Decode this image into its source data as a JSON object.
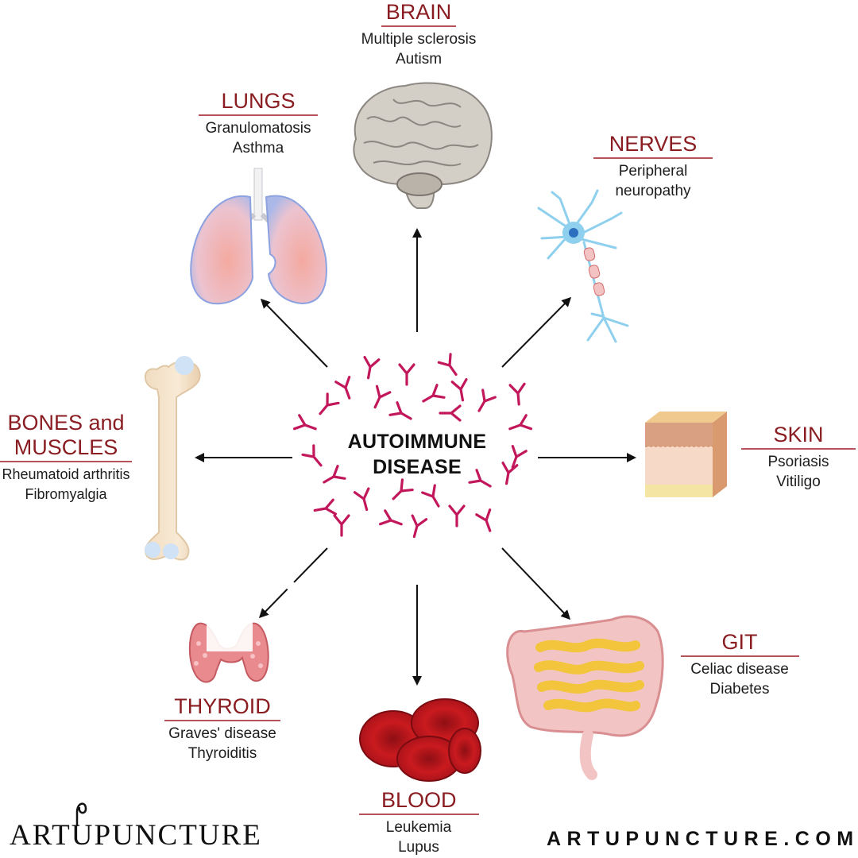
{
  "center": {
    "line1": "AUTOIMMUNE",
    "line2": "DISEASE"
  },
  "organs": {
    "brain": {
      "title": "BRAIN",
      "diseases": [
        "Multiple sclerosis",
        "Autism"
      ]
    },
    "lungs": {
      "title": "LUNGS",
      "diseases": [
        "Granulomatosis",
        "Asthma"
      ]
    },
    "nerves": {
      "title": "NERVES",
      "diseases": [
        "Peripheral",
        "neuropathy"
      ]
    },
    "bones": {
      "title_line1": "BONES and",
      "title_line2": "MUSCLES",
      "diseases": [
        "Rheumatoid arthritis",
        "Fibromyalgia"
      ]
    },
    "skin": {
      "title": "SKIN",
      "diseases": [
        "Psoriasis",
        "Vitiligo"
      ]
    },
    "thyroid": {
      "title": "THYROID",
      "diseases": [
        "Graves' disease",
        "Thyroiditis"
      ]
    },
    "git": {
      "title": "GIT",
      "diseases": [
        "Celiac disease",
        "Diabetes"
      ]
    },
    "blood": {
      "title": "BLOOD",
      "diseases": [
        "Leukemia",
        "Lupus"
      ]
    }
  },
  "branding": {
    "left": "ARTUPUNCTURE",
    "right": "ARTUPUNCTURE.COM"
  },
  "colors": {
    "title": "#8a1d22",
    "antibody": "#c2185b",
    "arrow": "#111111"
  },
  "icons": [
    "brain-icon",
    "lungs-icon",
    "neuron-icon",
    "bone-icon",
    "skin-layers-icon",
    "thyroid-icon",
    "intestine-icon",
    "blood-cells-icon",
    "antibody-icon"
  ]
}
